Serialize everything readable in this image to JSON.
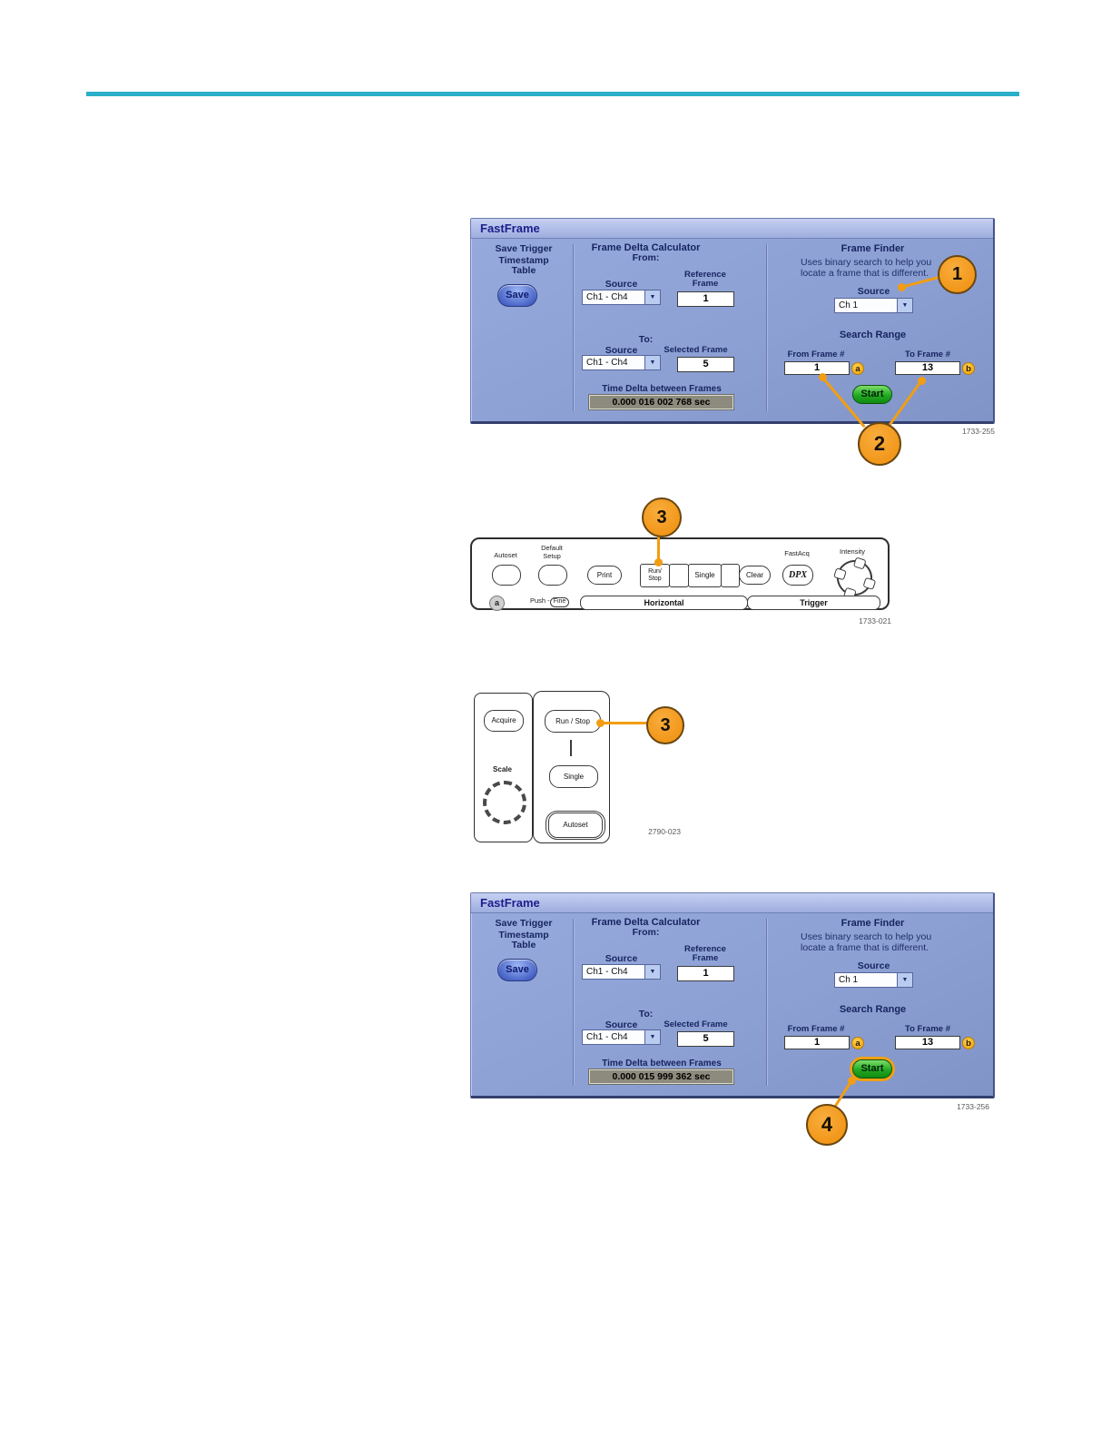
{
  "colors": {
    "accent_teal": "#2ab0c8",
    "panel_blue": "#8ca0d4",
    "callout_orange": "#f29d13",
    "start_green": "#23aa23",
    "marker_amber": "#f09d08"
  },
  "icons": {
    "dropdown_arrow": "▼"
  },
  "callouts": {
    "one": "1",
    "two": "2",
    "three_strip": "3",
    "three_closeup": "3",
    "four": "4"
  },
  "codes": {
    "panel1": "1733-255",
    "strip": "1733-021",
    "closeup": "2790-023",
    "panel2": "1733-256"
  },
  "panels": {
    "panel1": {
      "title": "FastFrame",
      "left": {
        "save_trigger": "Save Trigger",
        "timestamp": "Timestamp",
        "table": "Table",
        "save": "Save"
      },
      "delta": {
        "heading": "Frame Delta Calculator",
        "from": "From:",
        "source1_label": "Source",
        "source1_value": "Ch1 - Ch4",
        "ref_line1": "Reference",
        "ref_line2": "Frame",
        "ref_value": "1",
        "to": "To:",
        "source2_label": "Source",
        "source2_value": "Ch1 - Ch4",
        "selected_label": "Selected Frame",
        "selected_value": "5",
        "time_label": "Time Delta between Frames",
        "time_value": "0.000 016 002 768 sec"
      },
      "finder": {
        "heading": "Frame Finder",
        "desc_line1": "Uses binary search to help you",
        "desc_line2": "locate a frame that is different.",
        "source_label": "Source",
        "source_value": "Ch 1",
        "range": "Search Range",
        "from_label": "From Frame #",
        "from_value": "1",
        "marker_a": "a",
        "to_label": "To Frame #",
        "to_value": "13",
        "marker_b": "b",
        "start": "Start"
      }
    },
    "panel2": {
      "title": "FastFrame",
      "left": {
        "save_trigger": "Save Trigger",
        "timestamp": "Timestamp",
        "table": "Table",
        "save": "Save"
      },
      "delta": {
        "heading": "Frame Delta Calculator",
        "from": "From:",
        "source1_label": "Source",
        "source1_value": "Ch1 - Ch4",
        "ref_line1": "Reference",
        "ref_line2": "Frame",
        "ref_value": "1",
        "to": "To:",
        "source2_label": "Source",
        "source2_value": "Ch1 - Ch4",
        "selected_label": "Selected Frame",
        "selected_value": "5",
        "time_label": "Time Delta between Frames",
        "time_value": "0.000 015 999 362 sec"
      },
      "finder": {
        "heading": "Frame Finder",
        "desc_line1": "Uses binary search to help you",
        "desc_line2": "locate a frame that is different.",
        "source_label": "Source",
        "source_value": "Ch 1",
        "range": "Search Range",
        "from_label": "From Frame #",
        "from_value": "1",
        "marker_a": "a",
        "to_label": "To Frame #",
        "to_value": "13",
        "marker_b": "b",
        "start": "Start"
      }
    }
  },
  "strip": {
    "autoset": "Autoset",
    "default_line1": "Default",
    "default_line2": "Setup",
    "print": "Print",
    "run_line1": "Run/",
    "run_line2": "Stop",
    "single": "Single",
    "clear": "Clear",
    "fastacq": "FastAcq",
    "dpx": "DPX",
    "intensity": "Intensity",
    "marker_a": "a",
    "push": "Push -",
    "fine": "Fine",
    "horizontal": "Horizontal",
    "trigger": "Trigger"
  },
  "closeup": {
    "acquire": "Acquire",
    "scale": "Scale",
    "run_stop": "Run / Stop",
    "single": "Single",
    "autoset": "Autoset"
  }
}
